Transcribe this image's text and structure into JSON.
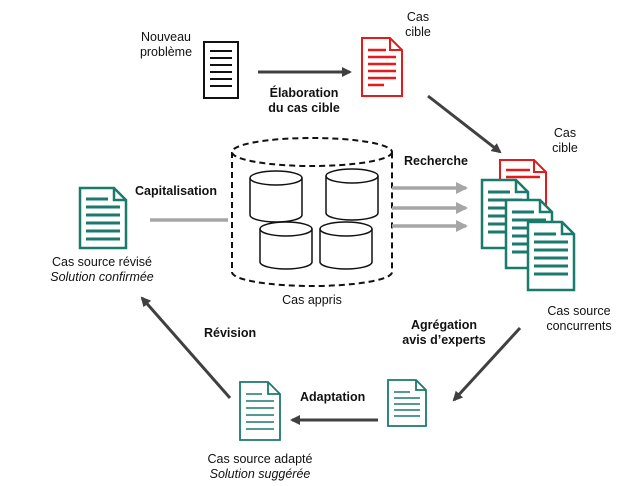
{
  "labels": {
    "nouveau_probleme": [
      "Nouveau",
      "problème"
    ],
    "cas_cible_top": [
      "Cas",
      "cible"
    ],
    "elaboration": [
      "Élaboration",
      "du cas cible"
    ],
    "cas_cible_right": [
      "Cas",
      "cible"
    ],
    "recherche": "Recherche",
    "capitalisation": "Capitalisation",
    "cas_appris": "Cas appris",
    "cas_source_revise": "Cas source révisé",
    "solution_confirmee": "Solution confirmée",
    "cas_source_concurrents": [
      "Cas source",
      "concurrents"
    ],
    "agregation": [
      "Agrégation",
      "avis d’experts"
    ],
    "revision": "Révision",
    "adaptation": "Adaptation",
    "cas_source_adapte": "Cas source adapté",
    "solution_suggeree": "Solution suggérée"
  },
  "colors": {
    "black": "#111111",
    "red": "#e31b1b",
    "teal": "#1a7a6b",
    "gray_arrow": "#a6a6a6",
    "dark_arrow": "#404040"
  }
}
